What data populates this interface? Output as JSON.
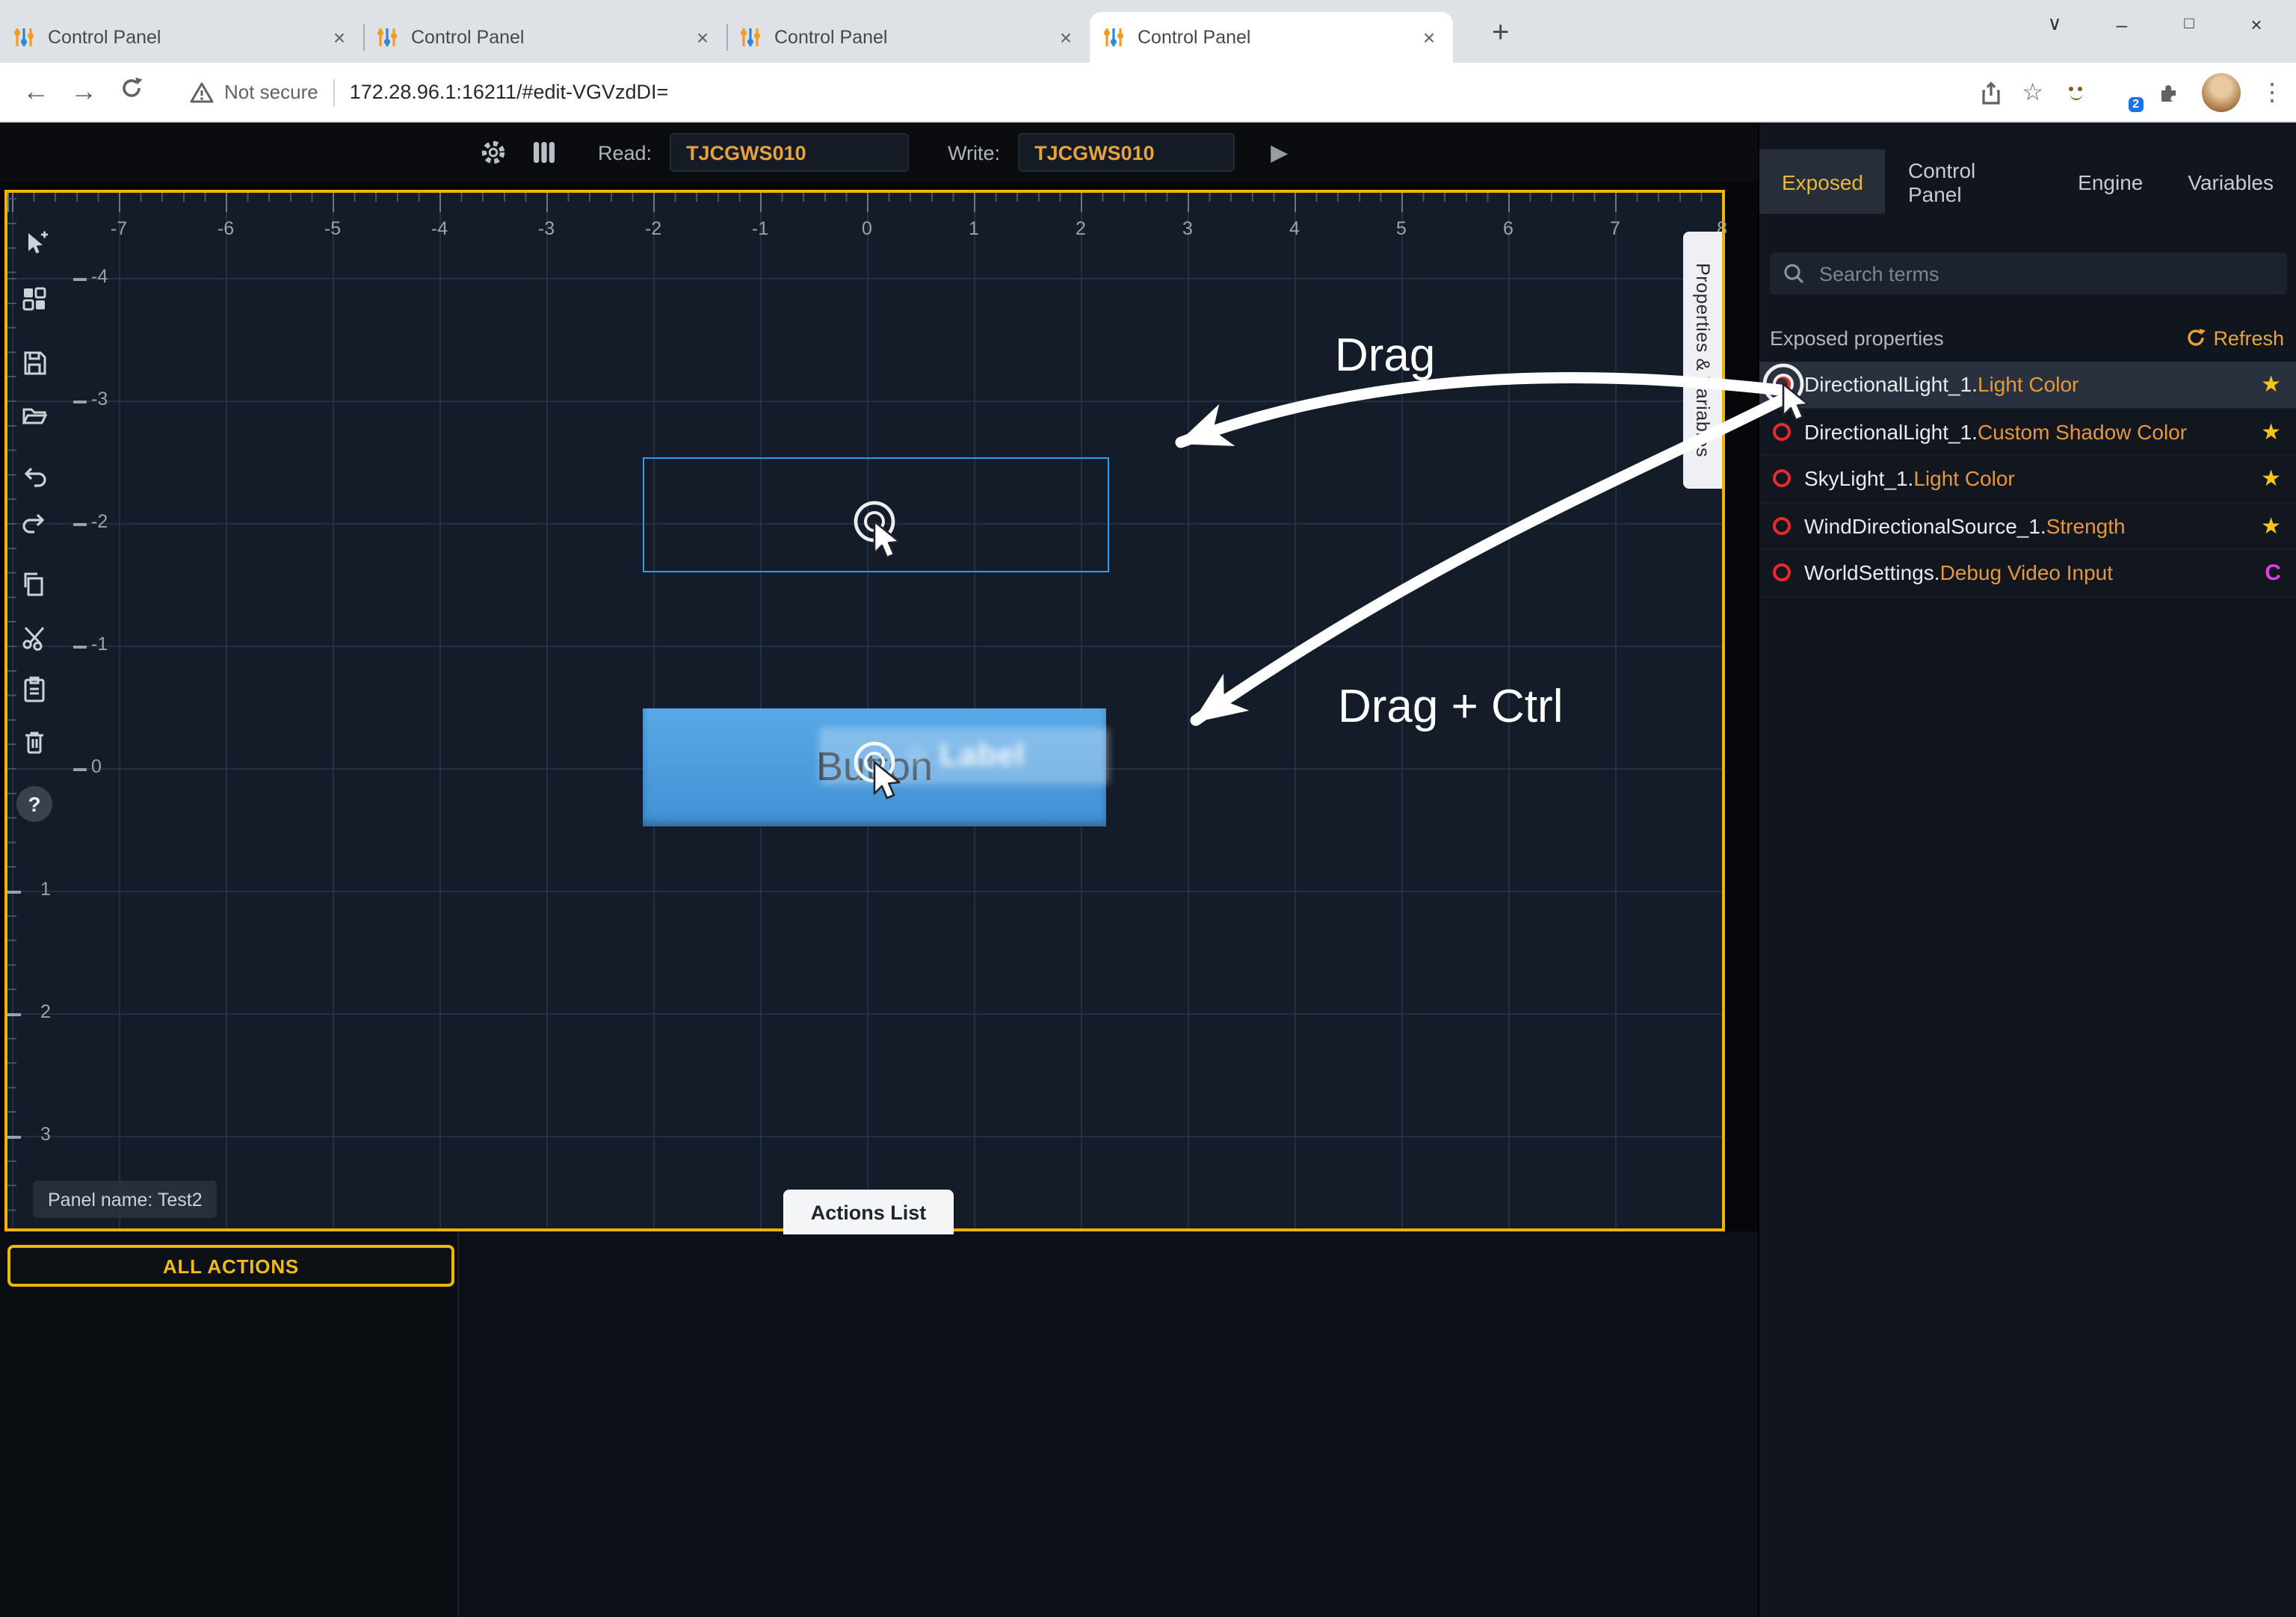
{
  "browser": {
    "tabs": [
      {
        "title": "Control Panel"
      },
      {
        "title": "Control Panel"
      },
      {
        "title": "Control Panel"
      },
      {
        "title": "Control Panel"
      }
    ],
    "active_tab_index": 3,
    "security_label": "Not secure",
    "url": "172.28.96.1:16211/#edit-VGVzdDI=",
    "extension_badge": "2"
  },
  "icons": {
    "back": "←",
    "forward": "→",
    "chevron_down": "∨",
    "minimize": "–",
    "maximize": "□",
    "close": "×",
    "tab_close": "×",
    "new_tab": "+",
    "kebab": "⋮",
    "bookmark_star": "☆",
    "chip_star": "☆",
    "play": "▶",
    "star_badge": "★",
    "help": "?"
  },
  "app_header": {
    "read_label": "Read:",
    "read_value": "TJCGWS010",
    "write_label": "Write:",
    "write_value": "TJCGWS010"
  },
  "canvas": {
    "ruler_x": [
      -7,
      -6,
      -5,
      -4,
      -3,
      -2,
      -1,
      0,
      1,
      2,
      3,
      4,
      5,
      6,
      7,
      8
    ],
    "ruler_y": [
      -4,
      -3,
      -2,
      -1,
      0,
      1,
      2,
      3
    ],
    "panel_name": "Panel name: Test2",
    "actions_list_tab": "Actions List",
    "properties_tab": "Properties & Variables",
    "button_widget": {
      "label": "Button",
      "drag_chip_label": "Label"
    },
    "annotations": {
      "drag": "Drag",
      "drag_ctrl": "Drag + Ctrl"
    }
  },
  "bottom_panel": {
    "all_actions_label": "ALL ACTIONS"
  },
  "sidebar": {
    "tabs": [
      {
        "label": "Exposed",
        "active": true
      },
      {
        "label": "Control Panel",
        "active": false
      },
      {
        "label": "Engine",
        "active": false
      },
      {
        "label": "Variables",
        "active": false
      }
    ],
    "search_placeholder": "Search terms",
    "section_title": "Exposed properties",
    "refresh_label": "Refresh",
    "properties": [
      {
        "owner": "DirectionalLight_1.",
        "name": "Light Color",
        "badge": "star"
      },
      {
        "owner": "DirectionalLight_1.",
        "name": "Custom Shadow Color",
        "badge": "star"
      },
      {
        "owner": "SkyLight_1.",
        "name": "Light Color",
        "badge": "star"
      },
      {
        "owner": "WindDirectionalSource_1.",
        "name": "Strength",
        "badge": "star"
      },
      {
        "owner": "WorldSettings.",
        "name": "Debug Video Input",
        "badge": "C"
      }
    ]
  },
  "colors": {
    "accent_amber": "#e8a33d",
    "canvas_border": "#f0b402",
    "exposed_red": "#e62a30",
    "star_yellow": "#f2c61d",
    "badge_magenta": "#e33ee8",
    "widget_blue": "#4d9fe0",
    "selection_blue": "#2e9ee7"
  }
}
